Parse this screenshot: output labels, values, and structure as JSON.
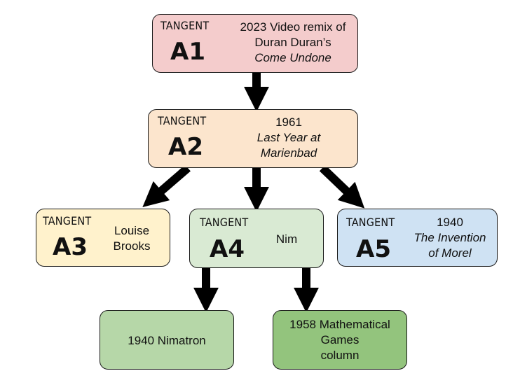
{
  "colors": {
    "a1_fill": "#f4cccc",
    "a2_fill": "#fce5cd",
    "a3_fill": "#fff2cc",
    "a4_fill": "#d9ead3",
    "a5_fill": "#cfe2f3",
    "nimatron_fill": "#b6d7a8",
    "games_fill": "#93c47d",
    "arrow": "#000000"
  },
  "nodes": {
    "a1": {
      "tag": "TANGENT",
      "code": "A1",
      "desc": [
        "2023 Video remix of",
        "Duran Duran’s",
        "Come Undone"
      ]
    },
    "a2": {
      "tag": "TANGENT",
      "code": "A2",
      "desc": [
        "1961",
        "Last Year at",
        "Marienbad"
      ]
    },
    "a3": {
      "tag": "TANGENT",
      "code": "A3",
      "desc": [
        "Louise",
        "Brooks"
      ]
    },
    "a4": {
      "tag": "TANGENT",
      "code": "A4",
      "desc": [
        "Nim"
      ]
    },
    "a5": {
      "tag": "TANGENT",
      "code": "A5",
      "desc": [
        "1940",
        "The Invention",
        "of Morel"
      ]
    },
    "nimatron": {
      "text": [
        "1940 Nimatron"
      ]
    },
    "games": {
      "text": [
        "1958 Mathematical",
        "Games",
        "column"
      ]
    }
  }
}
